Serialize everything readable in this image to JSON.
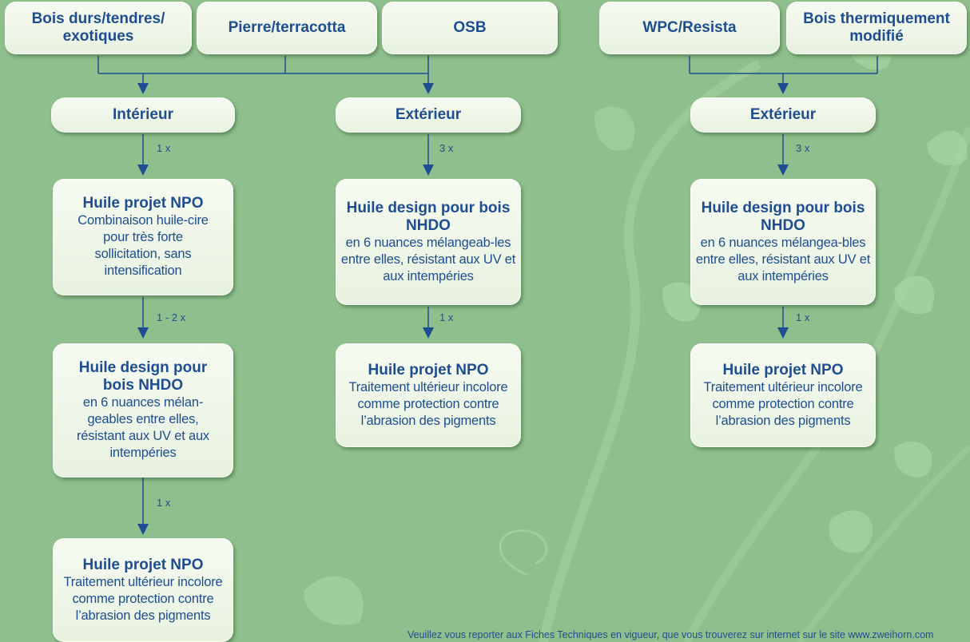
{
  "categories": {
    "hard_soft_exotic": "Bois durs/tendres/ exotiques",
    "stone": "Pierre/terracotta",
    "osb": "OSB",
    "wpc": "WPC/Resista",
    "thermo": "Bois thermiquement modifié"
  },
  "left": {
    "location": "Intérieur",
    "count1": "1 x",
    "prod1": {
      "title": "Huile projet  NPO",
      "desc": "Combinaison huile-cire pour très forte sollicitation, sans intensification"
    },
    "count2": "1 - 2 x",
    "prod2": {
      "title": "Huile design pour bois NHDO",
      "desc": "en 6 nuances mélan-geables entre elles, résistant aux UV et aux intempéries"
    },
    "count3": "1 x",
    "prod3": {
      "title": "Huile projet NPO",
      "desc": "Traitement ultérieur incolore comme protection contre l’abrasion des pigments"
    }
  },
  "middle": {
    "location": "Extérieur",
    "count1": "3 x",
    "prod1": {
      "title": "Huile design pour bois NHDO",
      "desc": "en 6 nuances mélangeab-les entre elles, résistant aux UV et aux intempéries"
    },
    "count2": "1 x",
    "prod2": {
      "title": "Huile projet NPO",
      "desc": "Traitement ultérieur incolore comme protection contre l’abrasion des pigments"
    }
  },
  "right": {
    "location": "Extérieur",
    "count1": "3 x",
    "prod1": {
      "title": "Huile design pour bois NHDO",
      "desc": "en 6 nuances mélangea-bles entre elles, résistant aux UV et aux intempéries"
    },
    "count2": "1 x",
    "prod2": {
      "title": "Huile projet NPO",
      "desc": "Traitement ultérieur incolore comme protection contre l’abrasion des pigments"
    }
  },
  "footer": "Veuillez vous reporter aux Fiches Techniques en vigueur, que vous trouverez sur internet sur le site www.zweihorn.com",
  "colors": {
    "background": "#8fbf8d",
    "text": "#1e4d92",
    "arrow": "#1e4d92",
    "box": "#f1f8ec"
  }
}
